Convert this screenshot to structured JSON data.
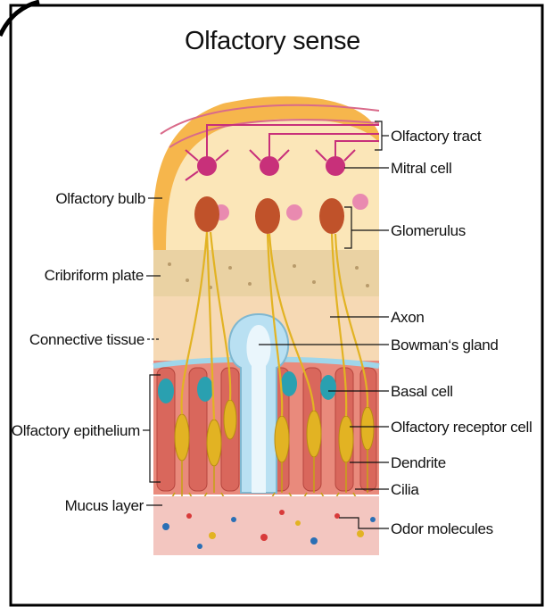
{
  "title": "Olfactory sense",
  "labels_left": {
    "olfactory_bulb": "Olfactory bulb",
    "cribriform_plate": "Cribriform plate",
    "connective_tissue": "Connective tissue",
    "olfactory_epithelium": "Olfactory epithelium",
    "mucus_layer": "Mucus layer"
  },
  "labels_right": {
    "olfactory_tract": "Olfactory tract",
    "mitral_cell": "Mitral cell",
    "glomerulus": "Glomerulus",
    "axon": "Axon",
    "bowmans_gland": "Bowman‘s gland",
    "basal_cell": "Basal cell",
    "olfactory_receptor_cell": "Olfactory receptor cell",
    "dendrite": "Dendrite",
    "cilia": "Cilia",
    "odor_molecules": "Odor molecules"
  },
  "colors": {
    "bulb": "#f6b64c",
    "bulb_inner": "#fbe6b8",
    "mitral_cell": "#c8307a",
    "neuron": "#e2b323",
    "plate": "#ead2a3",
    "connective": "#f6d9b4",
    "epithelium_cell": "#d9675c",
    "basal_cell": "#2aa0b0",
    "gland": "#b9e0f2",
    "mucus": "#f3c6c0"
  }
}
